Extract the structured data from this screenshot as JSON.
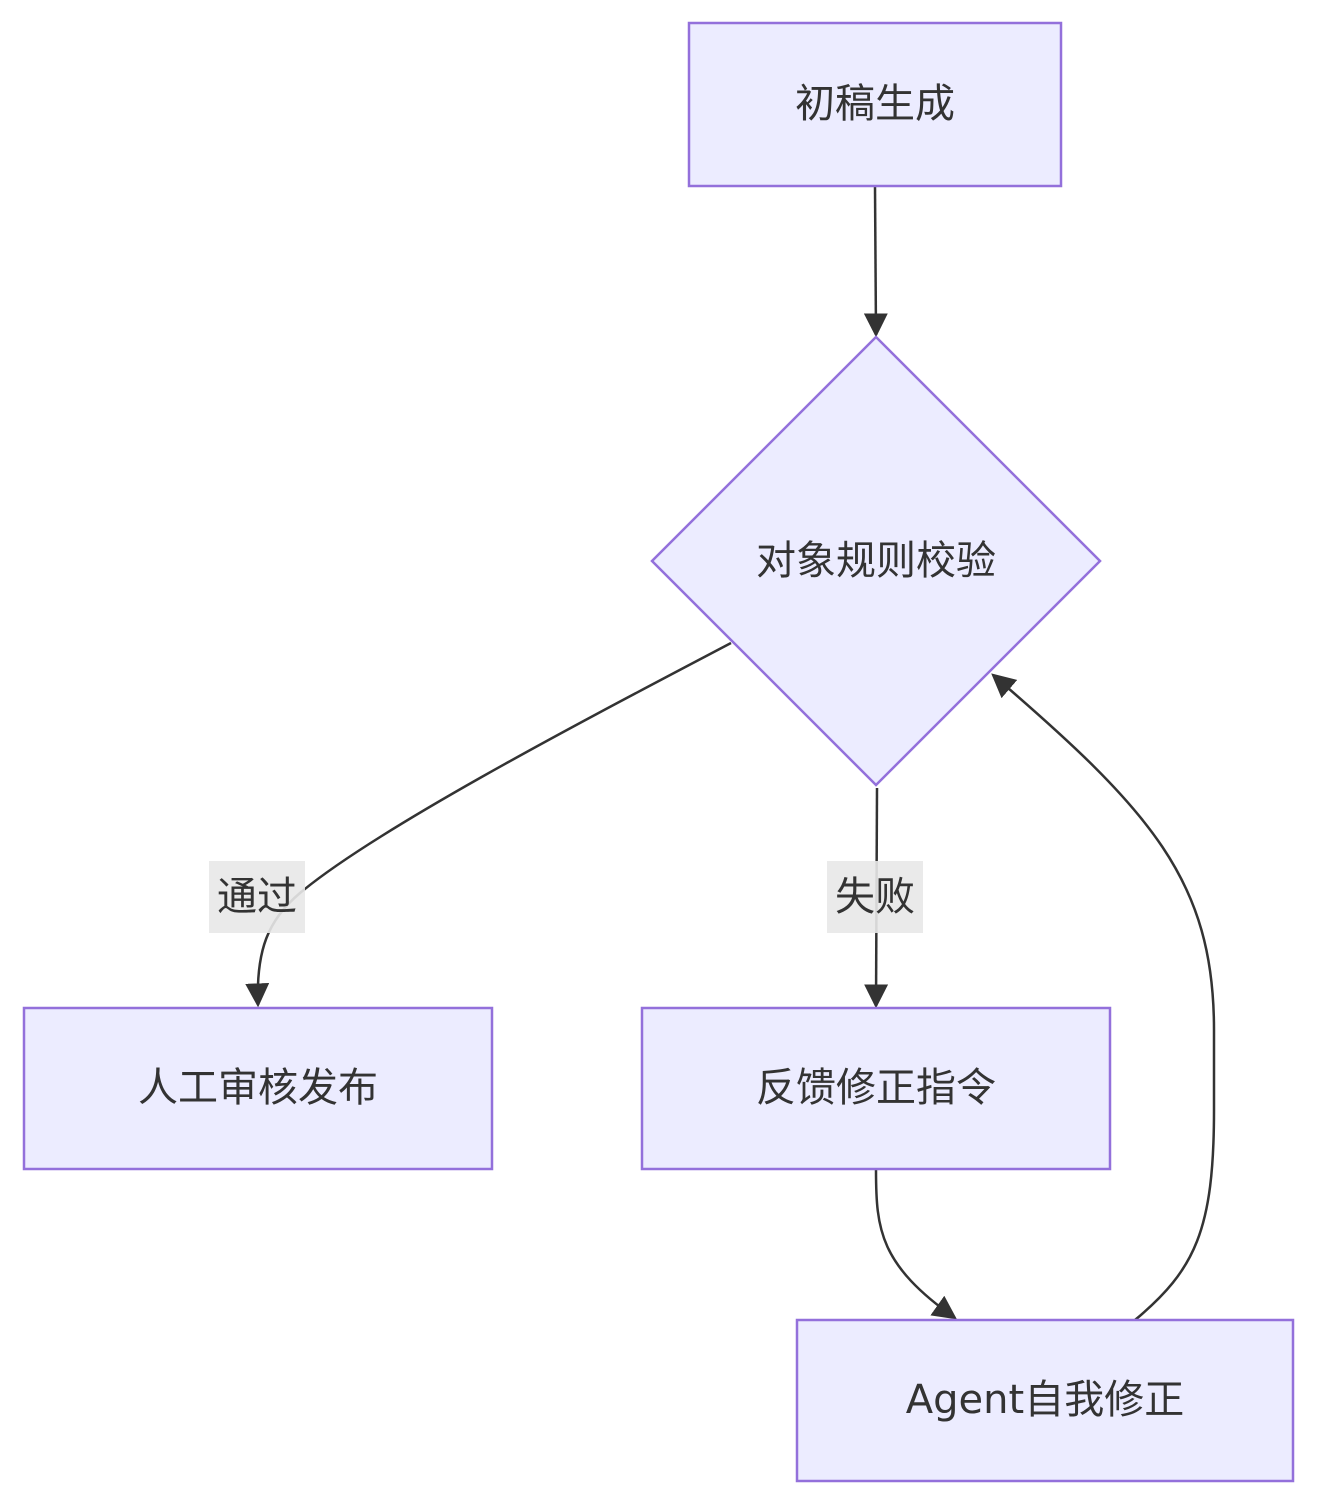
{
  "nodes": {
    "draft": {
      "label": "初稿生成"
    },
    "check": {
      "label": "对象规则校验"
    },
    "manual": {
      "label": "人工审核发布"
    },
    "feedback": {
      "label": "反馈修正指令"
    },
    "agent": {
      "label": "Agent自我修正"
    }
  },
  "edges": {
    "pass": {
      "label": "通过"
    },
    "fail": {
      "label": "失败"
    }
  }
}
